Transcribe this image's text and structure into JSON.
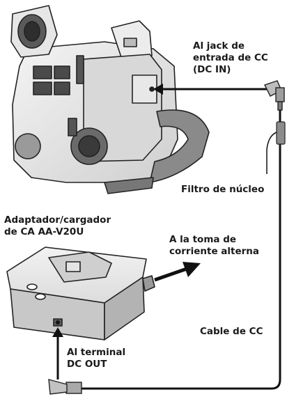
{
  "labels": {
    "dc_in": [
      "Al jack de",
      "entrada de CC",
      "(DC IN)"
    ],
    "core_filter": "Filtro de núcleo",
    "adapter": [
      "Adaptador/cargador",
      "de CA AA-V20U"
    ],
    "ac_outlet": [
      "A la toma de",
      "corriente alterna"
    ],
    "dc_cable": "Cable de CC",
    "dc_out": [
      "Al terminal",
      "DC OUT"
    ]
  }
}
